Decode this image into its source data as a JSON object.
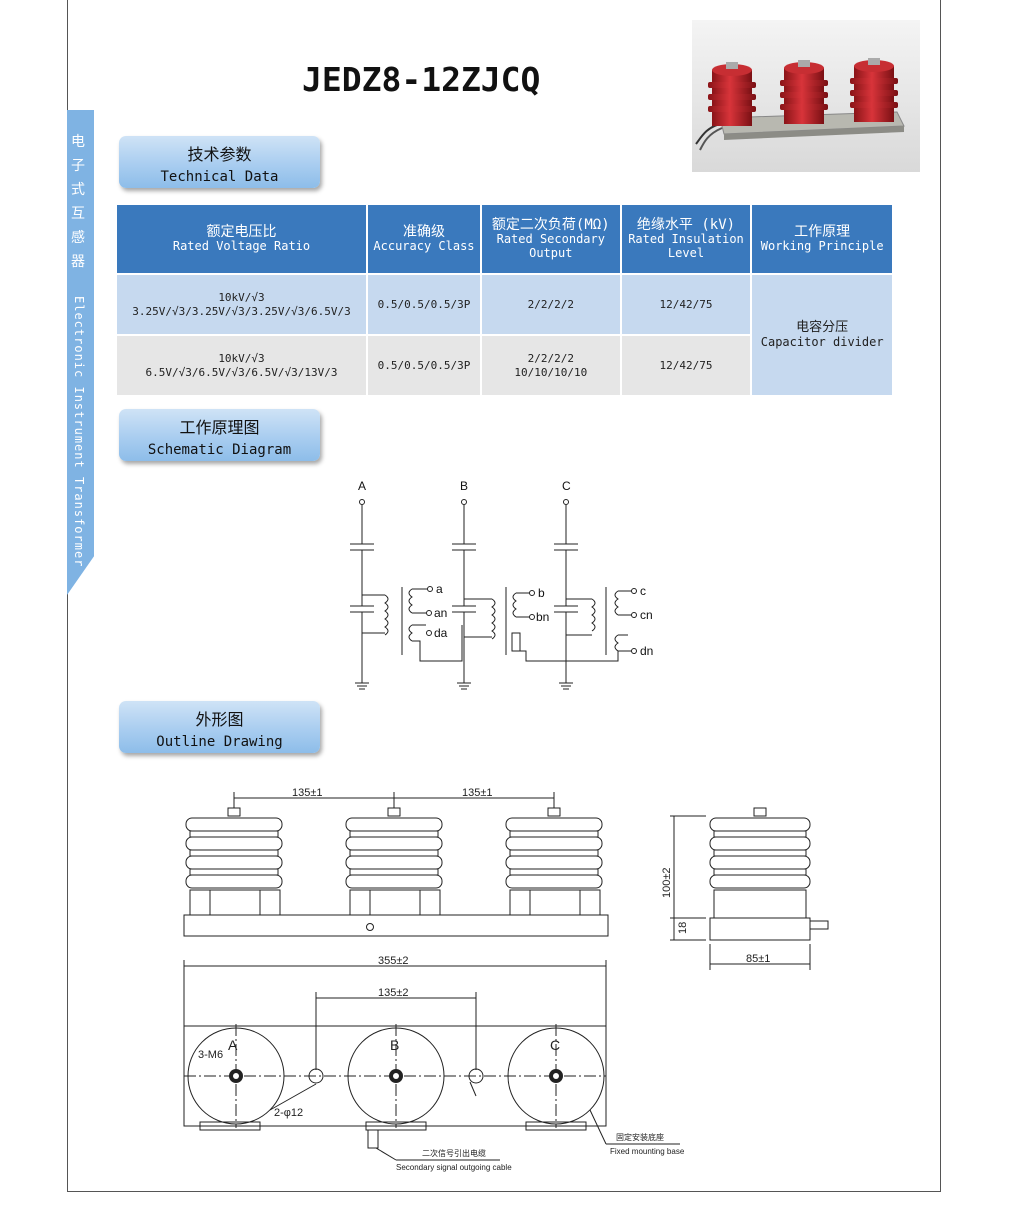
{
  "title": "JEDZ8-12ZJCQ",
  "side_tab": {
    "cn_chars": [
      "电",
      "子",
      "式",
      "互",
      "感",
      "器"
    ],
    "en": "Electronic Instrument Transformer"
  },
  "sections": {
    "technical": {
      "cn": "技术参数",
      "en": "Technical Data"
    },
    "schematic": {
      "cn": "工作原理图",
      "en": "Schematic Diagram"
    },
    "outline": {
      "cn": "外形图",
      "en": "Outline Drawing"
    }
  },
  "table": {
    "headers": [
      {
        "cn": "额定电压比",
        "en": "Rated Voltage Ratio"
      },
      {
        "cn": "准确级",
        "en": "Accuracy Class"
      },
      {
        "cn": "额定二次负荷(MΩ)",
        "en": "Rated Secondary Output"
      },
      {
        "cn": "绝缘水平 (kV)",
        "en": "Rated Insulation Level"
      },
      {
        "cn": "工作原理",
        "en": "Working Principle"
      }
    ],
    "rows": [
      {
        "ratio_1": "10kV/√3",
        "ratio_2": "3.25V/√3/3.25V/√3/3.25V/√3/6.5V/3",
        "accuracy": "0.5/0.5/0.5/3P",
        "output_1": "2/2/2/2",
        "output_2": "",
        "insulation": "12/42/75"
      },
      {
        "ratio_1": "10kV/√3",
        "ratio_2": "6.5V/√3/6.5V/√3/6.5V/√3/13V/3",
        "accuracy": "0.5/0.5/0.5/3P",
        "output_1": "2/2/2/2",
        "output_2": "10/10/10/10",
        "insulation": "12/42/75"
      }
    ],
    "principle": {
      "cn": "电容分压",
      "en": "Capacitor divider"
    }
  },
  "schematic": {
    "phases": [
      "A",
      "B",
      "C"
    ],
    "terminals": [
      "a",
      "an",
      "da",
      "b",
      "bn",
      "c",
      "cn",
      "dn"
    ]
  },
  "outline": {
    "dim_spacing_top_1": "135±1",
    "dim_spacing_top_2": "135±1",
    "dim_height": "100±2",
    "dim_base": "18",
    "dim_width_side": "85±1",
    "dim_total": "355±2",
    "dim_spacing_bottom": "135±2",
    "label_a": "A",
    "label_b": "B",
    "label_c": "C",
    "label_m6": "3-M6",
    "label_hole": "2-φ12",
    "cable_cn": "二次信号引出电缆",
    "cable_en": "Secondary signal outgoing cable",
    "base_cn": "固定安装底座",
    "base_en": "Fixed mounting base"
  },
  "colors": {
    "header_blue": "#3a79bd",
    "row_blue": "#c6d9ef",
    "row_gray": "#e6e6e6",
    "tab_blue": "#7fb3e3",
    "insulator_red": "#c0272d"
  }
}
